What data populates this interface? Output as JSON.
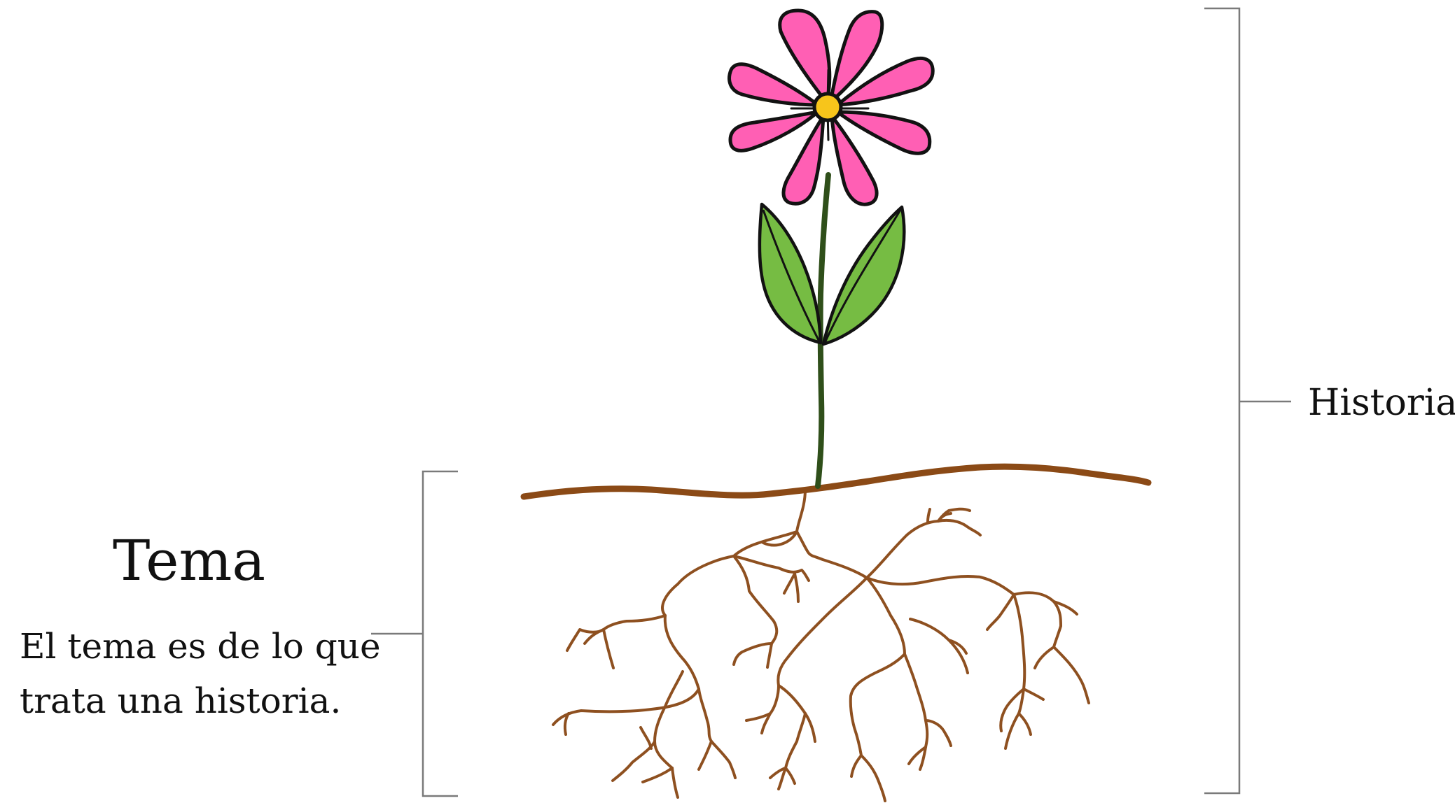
{
  "labels": {
    "historia": "Historia",
    "tema_title": "Tema",
    "tema_description": "El tema es de lo que trata una historia."
  },
  "illustration": {
    "subject": "flower-with-roots",
    "colors": {
      "petal": "#ff5fb4",
      "center": "#f7c51b",
      "leaf": "#76bc43",
      "outline": "#121212",
      "stem": "#2f4f1a",
      "ground": "#8b4a16",
      "roots": "#8e5020",
      "bracket": "#7a7a7a"
    }
  }
}
